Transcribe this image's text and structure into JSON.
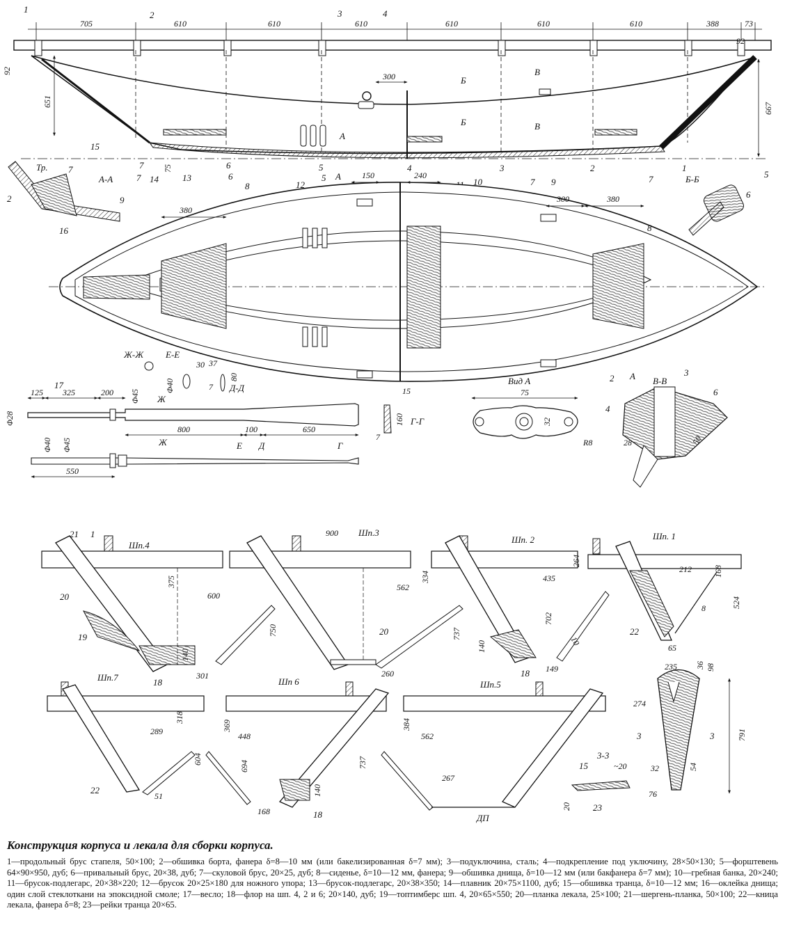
{
  "caption": {
    "title": "Конструкция корпуса и лекала для сборки корпуса.",
    "body": "1—продольный брус стапеля, 50×100; 2—обшивка борта, фанера δ=8—10 мм (или бакелизированная δ=7 мм); 3—подуключина, сталь; 4—подкрепление под уключину, 28×50×130; 5—форштевень 64×90×950, дуб; 6—привальный брус, 20×38, дуб; 7—скуловой брус, 20×25, дуб; 8—сиденье, δ=10—12 мм, фанера; 9—обшивка днища, δ=10—12 мм (или бакфанера δ=7 мм); 10—гребная банка, 20×240; 11—брусок-подлегарс, 20×38×220; 12—брусок 20×25×180 для ножного упора; 13—брусок-подлегарс, 20×38×350; 14—плавник 20×75×1100, дуб; 15—обшивка транца, δ=10—12 мм; 16—оклейка днища; один слой стеклоткани на эпоксидной смоле; 17—весло; 18—флор на шп. 4, 2 и 6; 20×140, дуб; 19—топтимберс шп. 4, 20×65×550; 20—планка лекала, 25×100; 21—шергень-планка, 50×100; 22—кница лекала, фанера δ=8; 23—рейки транца 20×65."
  },
  "side_view": {
    "top_dims": [
      "705",
      "610",
      "610",
      "610",
      "610",
      "610",
      "610",
      "388",
      "73"
    ],
    "vert_dims": [
      "92",
      "651",
      "667",
      "92"
    ],
    "small_dims": [
      "300",
      "75"
    ],
    "callouts": [
      "1",
      "2",
      "3",
      "4",
      "15",
      "7",
      "6",
      "14",
      "13",
      "12",
      "5",
      "11",
      "5",
      "7"
    ],
    "frame_numbers": [
      "Тр.",
      "7",
      "6",
      "5",
      "4",
      "3",
      "2",
      "1"
    ],
    "section_marks": [
      "А",
      "А",
      "Б",
      "Б",
      "В",
      "В"
    ]
  },
  "plan_view": {
    "dims": [
      "150",
      "240",
      "380",
      "300",
      "380"
    ],
    "callouts": [
      "8",
      "10",
      "7",
      "9",
      "8"
    ]
  },
  "section_aa": {
    "title": "А-А",
    "callouts": [
      "2",
      "7",
      "9",
      "16"
    ]
  },
  "section_bb": {
    "title": "Б-Б",
    "callouts": [
      "6"
    ]
  },
  "oar": {
    "dims": [
      "125",
      "325",
      "200",
      "800",
      "100",
      "650",
      "550",
      "Φ28",
      "Φ45",
      "Φ40",
      "Φ40",
      "Φ45"
    ],
    "callouts": [
      "17"
    ],
    "marks": [
      "Ж",
      "Ж",
      "Е",
      "Д",
      "Г"
    ],
    "sections": {
      "zhzh": "Ж-Ж",
      "ee": "Е-Е",
      "dd": "Д-Д",
      "gg": "Г-Г",
      "dims": [
        "30",
        "37",
        "80",
        "7",
        "15",
        "160",
        "7"
      ]
    }
  },
  "view_a": {
    "title": "Вид А",
    "dims": [
      "75",
      "32",
      "R8"
    ]
  },
  "section_vv": {
    "title": "В-В",
    "labels": [
      "А",
      "2",
      "3",
      "4",
      "6",
      "28",
      "50"
    ]
  },
  "frames": {
    "f4": {
      "title": "Шп.4",
      "dims": [
        "375",
        "600",
        "750",
        "140",
        "301"
      ],
      "callouts": [
        "21",
        "1",
        "20",
        "19",
        "18"
      ]
    },
    "f3": {
      "title": "Шп.3",
      "dims": [
        "900",
        "334",
        "562",
        "737",
        "260"
      ],
      "callouts": [
        "20"
      ]
    },
    "f2": {
      "title": "Шп. 2",
      "dims": [
        "264",
        "435",
        "702",
        "10",
        "140",
        "149"
      ],
      "callouts": [
        "18"
      ]
    },
    "f1": {
      "title": "Шп. 1",
      "dims": [
        "212",
        "168",
        "524",
        "8",
        "65"
      ],
      "callouts": [
        "22"
      ]
    },
    "f7": {
      "title": "Шп.7",
      "dims": [
        "318",
        "289",
        "604",
        "51"
      ],
      "callouts": [
        "22"
      ]
    },
    "f6": {
      "title": "Шп 6",
      "dims": [
        "369",
        "448",
        "694",
        "140",
        "168"
      ],
      "callouts": [
        "18"
      ]
    },
    "f5": {
      "title": "Шп.5",
      "dims": [
        "384",
        "562",
        "737",
        "267",
        "ДП"
      ]
    },
    "transom": {
      "dims": [
        "235",
        "36",
        "98",
        "274",
        "791",
        "32",
        "54",
        "76",
        "20",
        "~20"
      ],
      "callouts": [
        "15",
        "23"
      ],
      "marks": [
        "3",
        "3"
      ],
      "section": "3-3"
    }
  },
  "colors": {
    "ink": "#111111",
    "paper": "#ffffff",
    "wood": "#777777"
  }
}
